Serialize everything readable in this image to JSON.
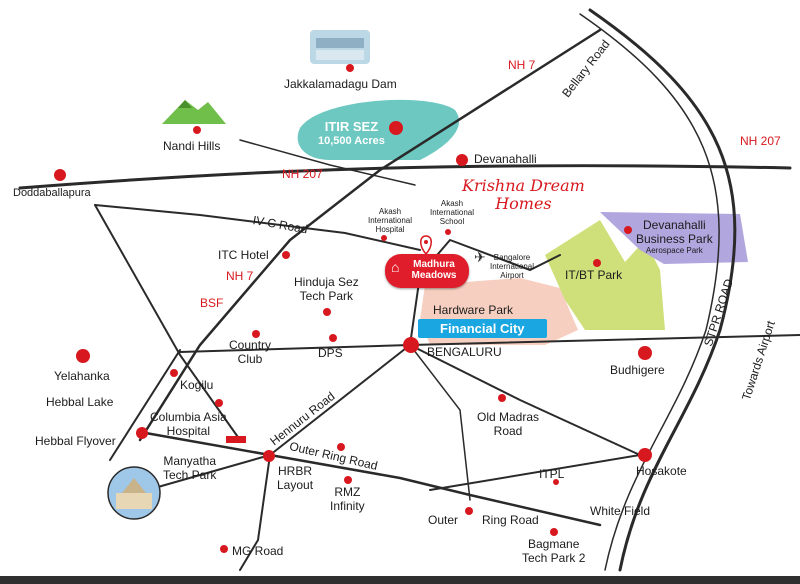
{
  "brand": {
    "name_line1": "Krishna Dream",
    "name_line2": "Homes"
  },
  "project": {
    "name_line1": "Madhura",
    "name_line2": "Meadows"
  },
  "zones": {
    "itir": "ITIR SEZ",
    "itir_area": "10,500 Acres",
    "hardware_park": "Hardware Park",
    "financial_city": "Financial City",
    "it_bt_park": "IT/BT Park",
    "dev_business_park_line1": "Devanahalli",
    "dev_business_park_line2": "Business Park",
    "aerospace": "Aerospace Park"
  },
  "roads": {
    "nh7_top": "NH 7",
    "nh207_left": "NH 207",
    "nh207_right": "NH 207",
    "bellary": "Bellary Road",
    "ivc": "IV C Road",
    "nh7_mid": "NH 7",
    "hennuru": "Hennuru Road",
    "outer_ring_mid": "Outer Ring Road",
    "outer_ring_low1": "Outer",
    "outer_ring_low2": "Ring Road",
    "itpl": "ITPL",
    "stpr": "STPR ROAD",
    "towards_airport": "Towards Airport"
  },
  "places": {
    "jakkalamadagu": "Jakkalamadagu Dam",
    "nandi": "Nandi Hills",
    "doddaballapura": "Doddaballapura",
    "devanahalli": "Devanahalli",
    "akash_hospital": "Akash International Hospital",
    "akash_school": "Akash International School",
    "airport": "Bangalore International Airport",
    "itc": "ITC Hotel",
    "bsf": "BSF",
    "hinduja_line1": "Hinduja Sez",
    "hinduja_line2": "Tech Park",
    "country_line1": "Country",
    "country_line2": "Club",
    "dps": "DPS",
    "bengaluru": "BENGALURU",
    "yelahanka": "Yelahanka",
    "hebbal_lake": "Hebbal Lake",
    "kogilu": "Kogilu",
    "columbia_line1": "Columbia Asia",
    "columbia_line2": "Hospital",
    "hebbal_flyover": "Hebbal Flyover",
    "manyatha_line1": "Manyatha",
    "manyatha_line2": "Tech Park",
    "hrbr_line1": "HRBR",
    "hrbr_line2": "Layout",
    "rmz_line1": "RMZ",
    "rmz_line2": "Infinity",
    "old_madras_line1": "Old Madras",
    "old_madras_line2": "Road",
    "budhigere": "Budhigere",
    "hosakote": "Hosakote",
    "white_field": "White Field",
    "bagmane_line1": "Bagmane",
    "bagmane_line2": "Tech Park 2",
    "mg_road": "MG Road"
  },
  "colors": {
    "marker": "#d7191f",
    "road": "#2a2a2a",
    "itir": "#6cc8c0",
    "hardware": "#f6cfc0",
    "itbt": "#cfe07a",
    "business": "#b1a6de",
    "financial": "#1aa6e0"
  },
  "icons": [
    "map-pin-icon",
    "airplane-icon",
    "house-icon",
    "mountain-icon",
    "dam-icon",
    "building-icon"
  ]
}
